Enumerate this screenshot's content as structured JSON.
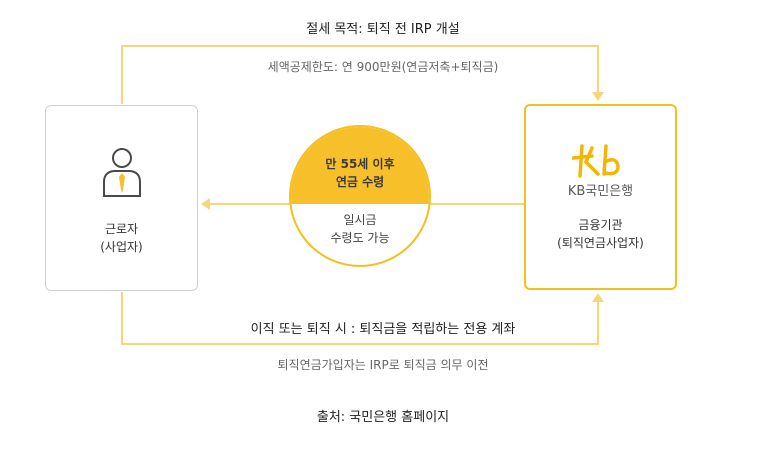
{
  "top_flow": {
    "title": "절세 목적: 퇴직 전 IRP 개설",
    "subtitle": "세액공제한도: 연 900만원(연금저축+퇴직금)"
  },
  "left_box": {
    "icon": "person-icon",
    "label_line1": "근로자",
    "label_line2": "(사업자)"
  },
  "center_circle": {
    "top_line1": "만 55세 이후",
    "top_line2": "연금 수령",
    "bottom_line1": "일시금",
    "bottom_line2": "수령도 가능"
  },
  "right_box": {
    "logo_icon": "kb-star-logo-icon",
    "logo_text": "KB국민은행",
    "label_line1": "금융기관",
    "label_line2": "(퇴직연금사업자)"
  },
  "bottom_flow": {
    "title": "이직 또는 퇴직 시 : 퇴직금을 적립하는 전용 계좌",
    "subtitle": "퇴직연금가입자는 IRP로 퇴직금 의무 이전"
  },
  "source": "출처: 국민은행 홈페이지",
  "colors": {
    "accent_line": "#f6d67a",
    "accent_fill": "#f7c02a",
    "accent_border": "#f2c01f"
  }
}
